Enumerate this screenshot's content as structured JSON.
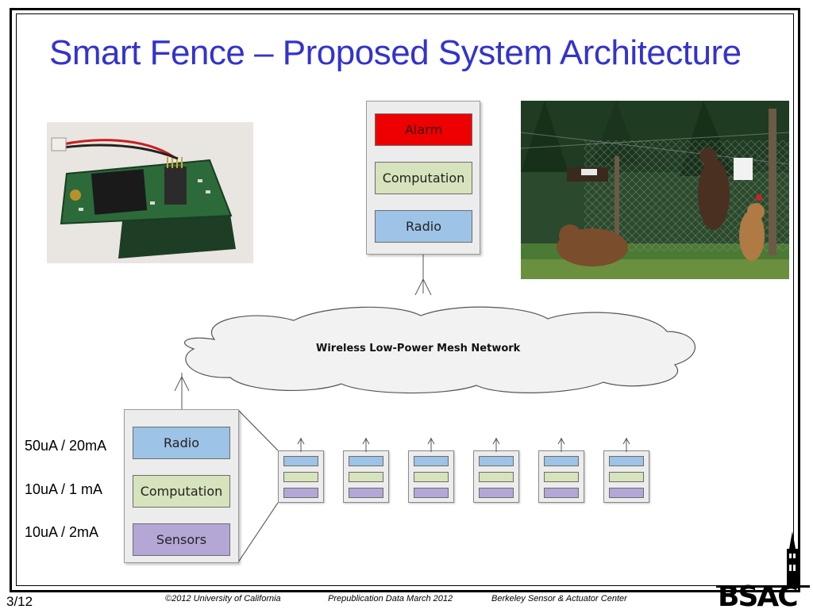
{
  "slide": {
    "title": "Smart Fence – Proposed System Architecture",
    "page_number": "3/12"
  },
  "base_station": {
    "modules": [
      "Alarm",
      "Computation",
      "Radio"
    ]
  },
  "network": {
    "label": "Wireless Low-Power Mesh Network"
  },
  "sensor_node": {
    "modules": [
      {
        "label": "Radio",
        "current": "50uA / 20mA"
      },
      {
        "label": "Computation",
        "current": "10uA / 1 mA"
      },
      {
        "label": "Sensors",
        "current": "10uA / 2mA"
      }
    ],
    "mesh_node_count": 6
  },
  "footer": {
    "copyright": "©2012 University of California",
    "note": "Prepublication Data March 2012",
    "center": "Berkeley Sensor & Actuator Center"
  },
  "logo": {
    "text": "BSAC"
  },
  "colors": {
    "title": "#3333cc",
    "alarm": "#ee0000",
    "computation": "#d7e3bc",
    "radio": "#9dc3e6",
    "sensors": "#b4a7d6"
  }
}
